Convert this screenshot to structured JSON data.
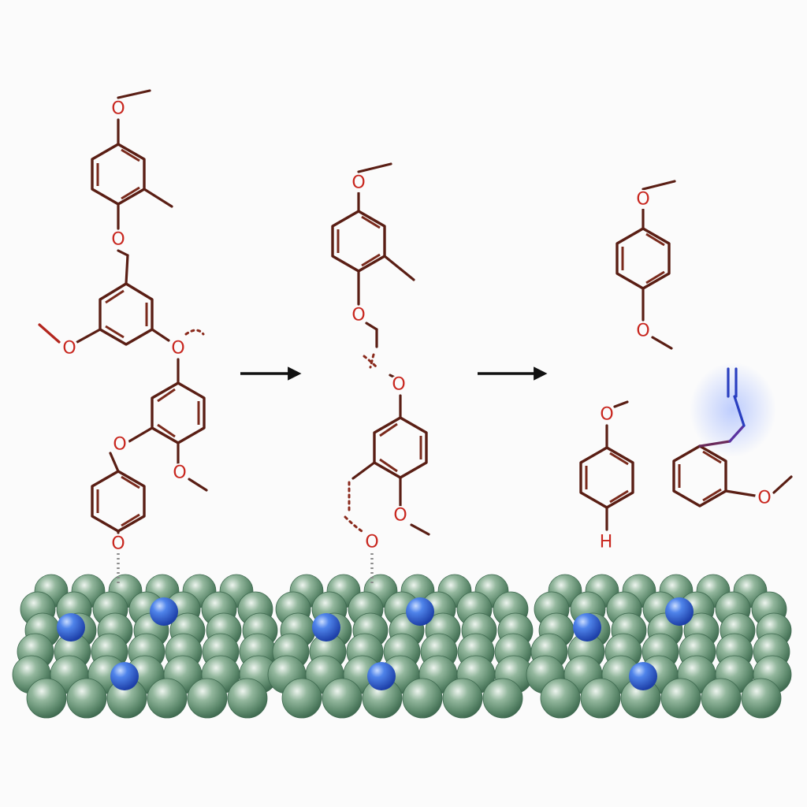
{
  "atoms": {
    "oxygen": "O",
    "hydrogen": "H"
  },
  "colors": {
    "bond": "#5a1e14",
    "oxygen": "#c8261e",
    "surface_atom": "#6f9a7f",
    "active_site": "#2f5fd0",
    "allyl": "#2a3fc0",
    "arrow": "#111111"
  },
  "stages": [
    "lignin-oligomer-adsorbed",
    "partially-cleaved-fragment",
    "monomer-products"
  ]
}
